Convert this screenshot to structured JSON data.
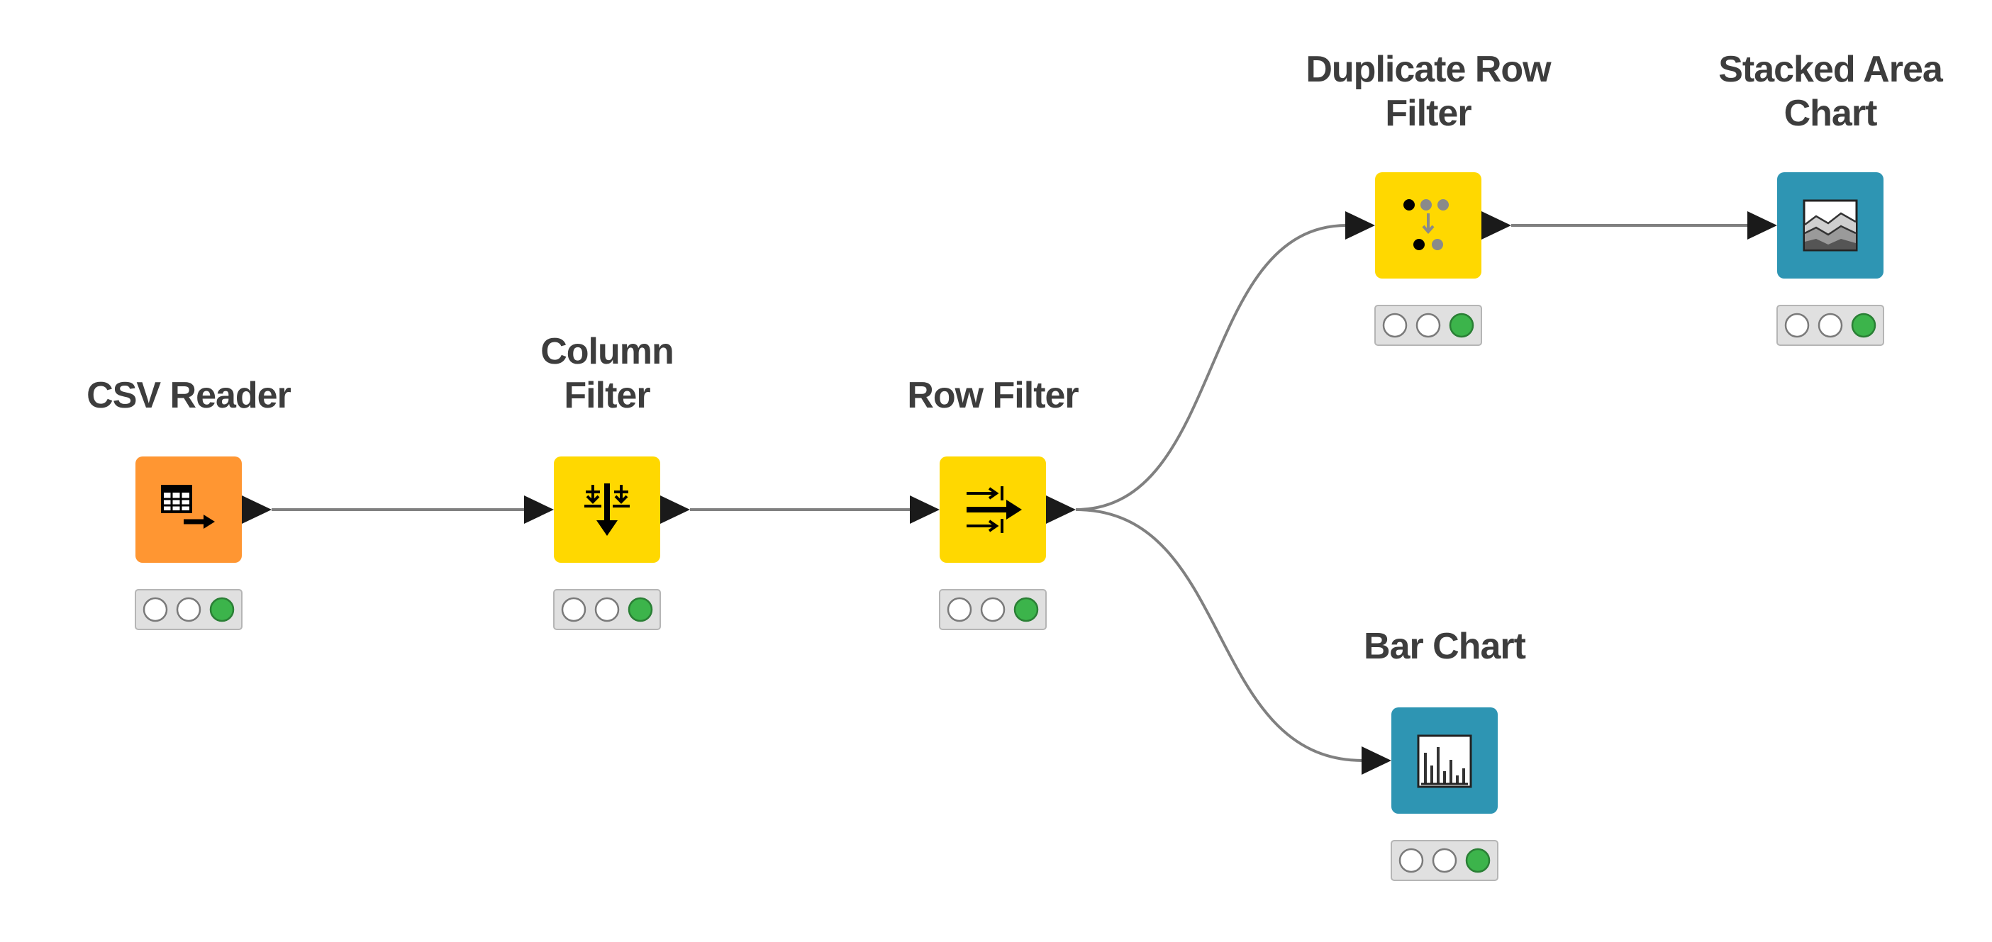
{
  "workflow": {
    "nodes": [
      {
        "id": "csv-reader",
        "title_lines": [
          "CSV Reader"
        ],
        "category_color": "#ff9632",
        "icon": "table-arrow-icon",
        "status": [
          "inactive",
          "inactive",
          "executed"
        ]
      },
      {
        "id": "column-filter",
        "title_lines": [
          "Column",
          "Filter"
        ],
        "category_color": "#ffd800",
        "icon": "column-filter-icon",
        "status": [
          "inactive",
          "inactive",
          "executed"
        ]
      },
      {
        "id": "row-filter",
        "title_lines": [
          "Row Filter"
        ],
        "category_color": "#ffd800",
        "icon": "row-filter-icon",
        "status": [
          "inactive",
          "inactive",
          "executed"
        ]
      },
      {
        "id": "duplicate-row-filter",
        "title_lines": [
          "Duplicate Row",
          "Filter"
        ],
        "category_color": "#ffd800",
        "icon": "duplicate-row-icon",
        "status": [
          "inactive",
          "inactive",
          "executed"
        ]
      },
      {
        "id": "stacked-area-chart",
        "title_lines": [
          "Stacked Area",
          "Chart"
        ],
        "category_color": "#2e95b3",
        "icon": "stacked-area-chart-icon",
        "status": [
          "inactive",
          "inactive",
          "executed"
        ]
      },
      {
        "id": "bar-chart",
        "title_lines": [
          "Bar Chart"
        ],
        "category_color": "#2e95b3",
        "icon": "bar-chart-icon",
        "status": [
          "inactive",
          "inactive",
          "executed"
        ]
      }
    ],
    "connections": [
      {
        "from": "csv-reader",
        "to": "column-filter"
      },
      {
        "from": "column-filter",
        "to": "row-filter"
      },
      {
        "from": "row-filter",
        "to": "duplicate-row-filter"
      },
      {
        "from": "row-filter",
        "to": "bar-chart"
      },
      {
        "from": "duplicate-row-filter",
        "to": "stacked-area-chart"
      }
    ],
    "colors": {
      "title": "#3d3d3d",
      "connection": "#808080",
      "port": "#1a1a1a",
      "status_executed": "#3cb44b",
      "status_inactive": "#ffffff",
      "status_bar": "#e0e0e0"
    }
  }
}
